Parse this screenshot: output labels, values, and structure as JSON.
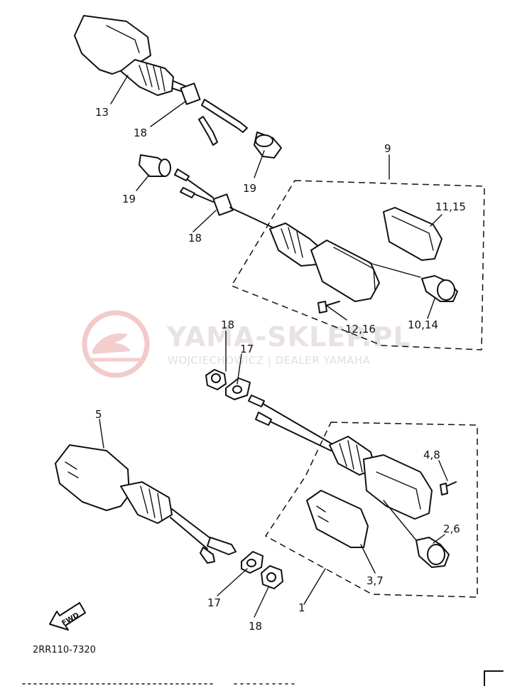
{
  "diagram": {
    "part_labels": {
      "label_13": "13",
      "label_18_top": "18",
      "label_19_right": "19",
      "label_19_left": "19",
      "label_18_mid": "18",
      "label_9": "9",
      "label_11_15": "11,15",
      "label_12_16": "12,16",
      "label_10_14": "10,14",
      "label_18_center": "18",
      "label_17_center": "17",
      "label_5": "5",
      "label_4_8": "4,8",
      "label_2_6": "2,6",
      "label_3_7": "3,7",
      "label_1": "1",
      "label_17_bottom": "17",
      "label_18_bottom": "18"
    },
    "fwd_arrow": "FWD",
    "drawing_code": "2RR110-7320"
  },
  "watermark": {
    "main": "YAMA-SKLEP.PL",
    "sub": "WOJCIECHOWICZ | DEALER YAMAHA",
    "logo_color": "#e8a0a0",
    "text_color": "#e6dede"
  }
}
